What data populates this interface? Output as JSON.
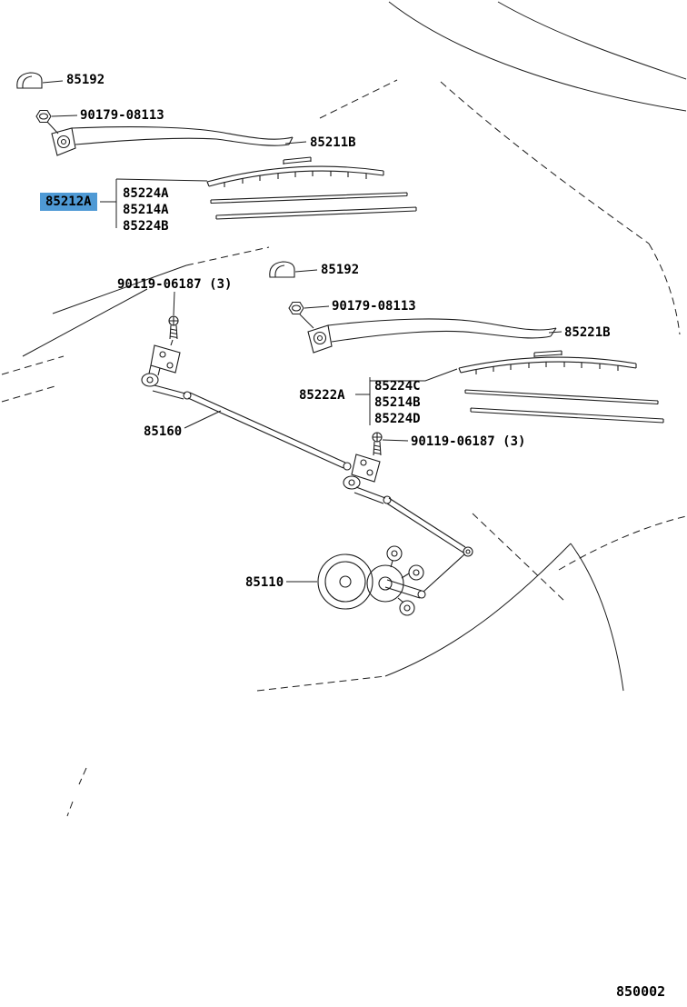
{
  "diagram": {
    "drawing_number": "850002",
    "highlight_color": "#4f9ad5",
    "highlight_text_color": "#000000",
    "line_color": "#1c1c1c",
    "labels": {
      "cap_top": "85192",
      "nut_top": "90179-08113",
      "arm_top": "85211B",
      "blade_group_top": "85212A",
      "blade_frame_top": "85224A",
      "blade_insert_top": "85214A",
      "blade_backing_top": "85224B",
      "cap_right": "85192",
      "pivot_bolt_left": "90119-06187 (3)",
      "nut_right": "90179-08113",
      "arm_right": "85221B",
      "blade_group_right": "85222A",
      "blade_frame_right": "85224C",
      "blade_insert_right": "85214B",
      "blade_backing_right": "85224D",
      "pivot_bolt_right": "90119-06187 (3)",
      "linkage": "85160",
      "motor": "85110"
    }
  }
}
